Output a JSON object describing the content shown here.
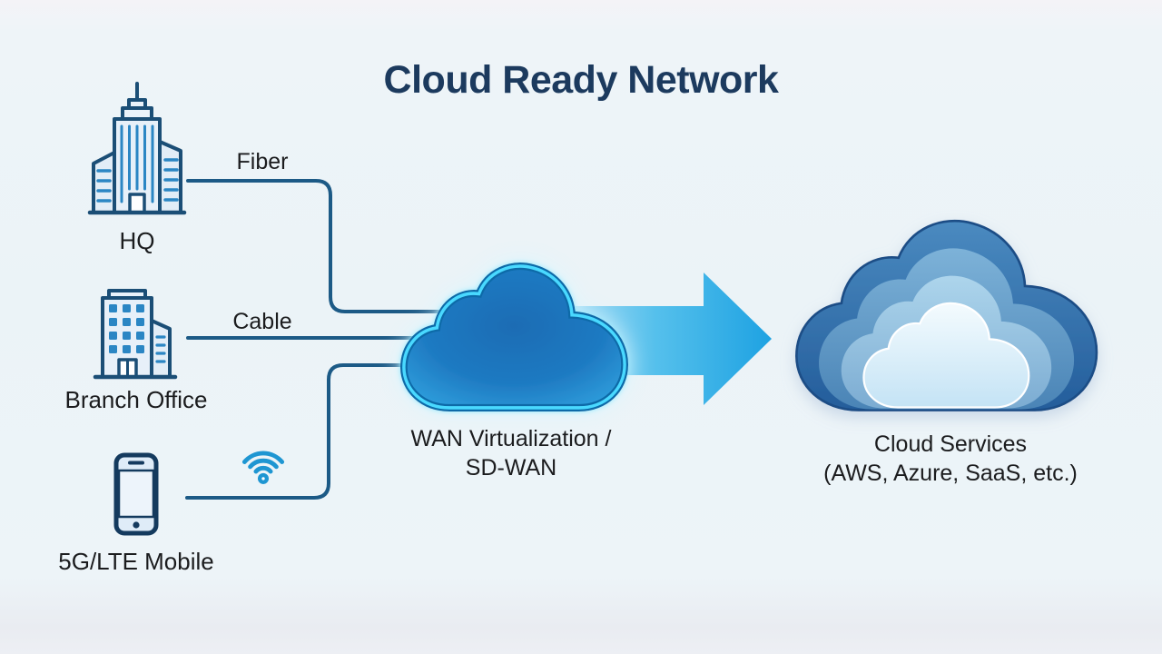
{
  "title": "Cloud Ready Network",
  "sources": [
    {
      "id": "hq",
      "label": "HQ",
      "icon": "skyscraper-building-icon"
    },
    {
      "id": "branch-office",
      "label": "Branch Office",
      "icon": "office-building-icon"
    },
    {
      "id": "mobile",
      "label": "5G/LTE Mobile",
      "icon": "smartphone-icon"
    }
  ],
  "connections": {
    "fiber_label": "Fiber",
    "cable_label": "Cable",
    "wireless_icon": "wifi-icon"
  },
  "hub": {
    "icon": "glowing-cloud-icon",
    "label_line1": "WAN Virtualization /",
    "label_line2": "SD-WAN"
  },
  "destination": {
    "icon": "layered-cloud-icon",
    "label_line1": "Cloud Services",
    "label_line2": "(AWS, Azure, SaaS, etc.)"
  },
  "flow": {
    "icon": "right-arrow-icon"
  },
  "colors": {
    "background": "#edf4f8",
    "title_text": "#1c3a5e",
    "label_text": "#1b1c1e",
    "connector_line": "#1c5a86",
    "icon_outline": "#1b4e76",
    "icon_accent": "#2b86c4",
    "wifi_blue": "#1e96d2",
    "hub_cloud_blue": "#1e7ac2",
    "hub_glow_cyan": "#49d9ff",
    "arrow_blue": "#27a9e2",
    "dest_cloud_dark": "#2c66a5",
    "dest_cloud_light": "#d9edfa"
  }
}
